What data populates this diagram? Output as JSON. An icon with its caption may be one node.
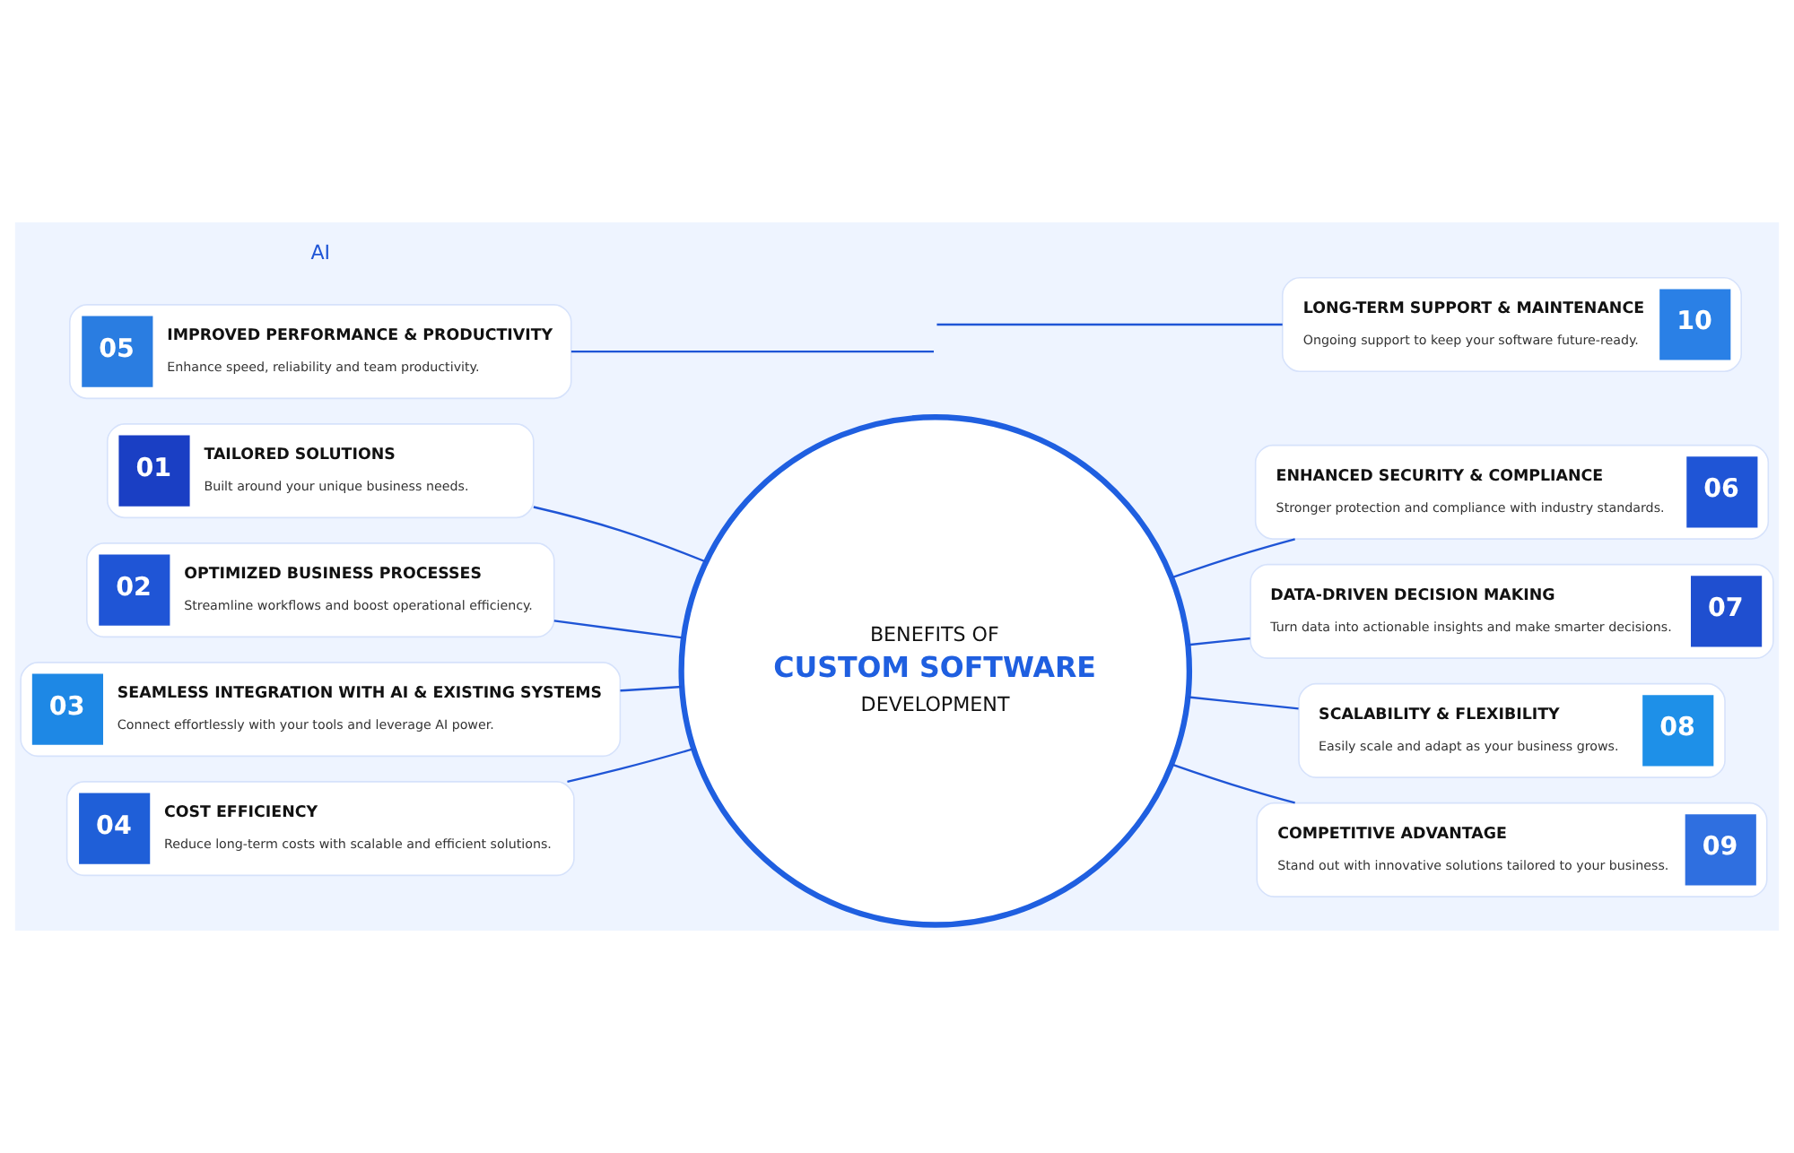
{
  "diagram": {
    "nodes": [
      {
        "text": [
          "BENEFITS OF",
          "CUSTOM SOFTWARE",
          "DEVELOPMENT"
        ]
      },
      {
        "text": [
          "01",
          "TAILORED SOLUTIONS",
          "Built around your unique business needs."
        ]
      },
      {
        "text": [
          "02",
          "OPTIMIZED BUSINESS PROCESSES",
          "Streamline workflows and boost operational efficiency."
        ]
      },
      {
        "text": [
          "03",
          "SEAMLESS INTEGRATION WITH AI & EXISTING SYSTEMS",
          "Connect effortlessly with your tools and leverage AI power."
        ]
      },
      {
        "text": [
          "04",
          "COST EFFICIENCY",
          "Reduce long-term costs with scalable and efficient solutions."
        ]
      },
      {
        "text": [
          "05",
          "IMPROVED PERFORMANCE & PRODUCTIVITY",
          "Enhance speed, reliability and team productivity."
        ]
      },
      {
        "text": [
          "06",
          "ENHANCED SECURITY & COMPLIANCE",
          "Stronger protection and compliance with industry standards."
        ]
      },
      {
        "text": [
          "07",
          "DATA-DRIVEN DECISION MAKING",
          "Turn data into actionable insights and make smarter decisions."
        ]
      },
      {
        "text": [
          "08",
          "SCALABILITY & FLEXIBILITY",
          "Easily scale and adapt as your business grows."
        ]
      },
      {
        "text": [
          "09",
          "COMPETITIVE ADVANTAGE",
          "Stand out with innovative solutions tailored to your business."
        ]
      },
      {
        "text": [
          "10",
          "LONG-TERM SUPPORT & MAINTENANCE",
          "Ongoing support to keep your software future-ready."
        ]
      }
    ],
    "edges": [
      {
        "from": 1,
        "to": 0,
        "arrow": "none"
      },
      {
        "from": 2,
        "to": 0,
        "arrow": "none"
      },
      {
        "from": 3,
        "to": 0,
        "arrow": "none"
      },
      {
        "from": 4,
        "to": 0,
        "arrow": "none"
      },
      {
        "from": 5,
        "to": null,
        "arrow": "none"
      },
      {
        "from": 0,
        "to": 6,
        "arrow": "none"
      },
      {
        "from": 0,
        "to": 7,
        "arrow": "none"
      },
      {
        "from": 0,
        "to": 8,
        "arrow": "none"
      },
      {
        "from": 0,
        "to": 9,
        "arrow": "none"
      },
      {
        "from": null,
        "to": 10,
        "arrow": "none"
      }
    ],
    "labels": [
      "AI"
    ]
  }
}
